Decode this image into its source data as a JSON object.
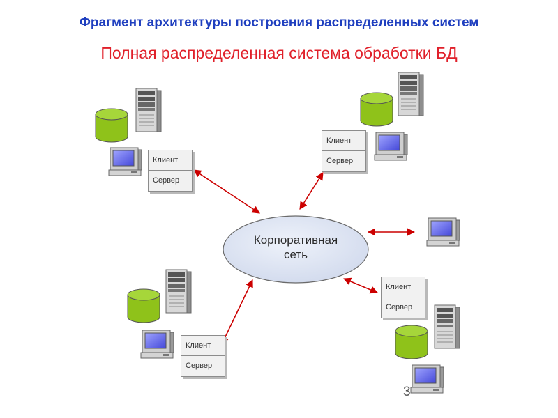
{
  "title": "Фрагмент архитектуры построения распределенных систем",
  "subtitle": "Полная распределенная система обработки БД",
  "network": {
    "line1": "Корпоративная",
    "line2": "сеть"
  },
  "node_box": {
    "client": "Клиент",
    "server": "Сервер"
  },
  "slide_number": "3",
  "colors": {
    "db_green": "#8fc21a",
    "net_fill": "#dde4f2",
    "arrow": "#cc0000",
    "title_blue": "#1f3fbf",
    "subtitle_red": "#e0202a"
  }
}
